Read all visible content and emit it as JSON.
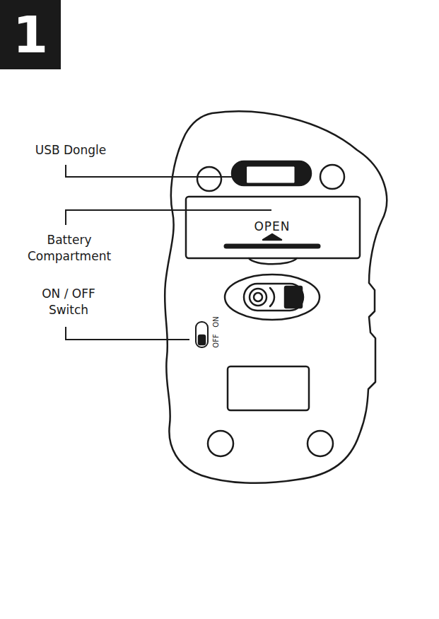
{
  "diagram": {
    "nodes": [
      {
        "text": [
          "1"
        ]
      }
    ],
    "labels": [
      "USB Dongle",
      "Battery Compartment",
      "ON / OFF Switch",
      "OPEN",
      "OFF",
      "ON"
    ]
  }
}
